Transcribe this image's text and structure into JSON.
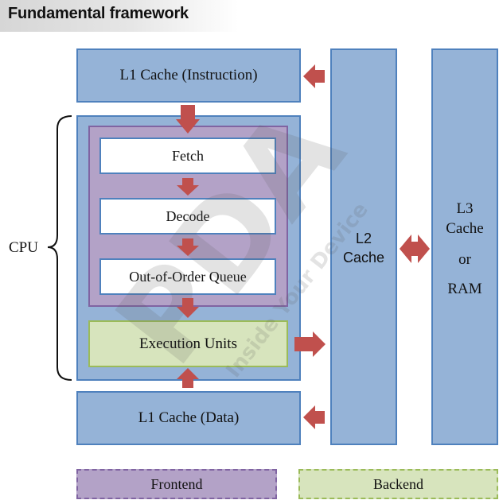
{
  "title": "Fundamental framework",
  "colors": {
    "cache_fill": "#95b3d7",
    "cache_border": "#4f81bd",
    "frontend_fill": "#b3a2c7",
    "frontend_border": "#8064a2",
    "backend_fill": "#d7e4bd",
    "backend_border": "#9bbb59",
    "arrow": "#c0504d"
  },
  "blocks": {
    "l1_instruction": "L1 Cache (Instruction)",
    "fetch": "Fetch",
    "decode": "Decode",
    "ooo_queue": "Out-of-Order Queue",
    "execution_units": "Execution Units",
    "l1_data": "L1 Cache (Data)",
    "l2_line1": "L2",
    "l2_line2": "Cache",
    "l3_line1": "L3",
    "l3_line2": "Cache",
    "l3_line3": "or",
    "l3_line4": "RAM",
    "cpu_label": "CPU"
  },
  "legend": {
    "frontend": "Frontend",
    "backend": "Backend"
  },
  "watermark": {
    "logo_text": "PDA",
    "tagline": "Inside Your Device"
  }
}
